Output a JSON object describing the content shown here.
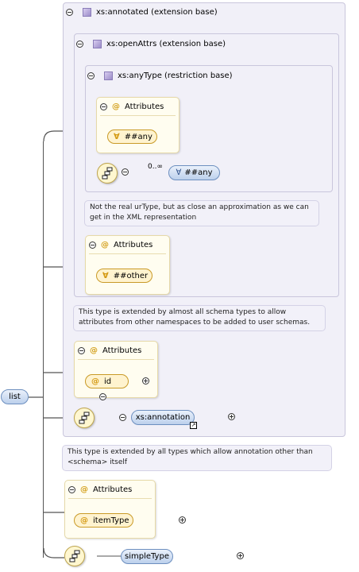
{
  "annotated": {
    "label": "xs:annotated (extension base)",
    "note": "This type is extended by all types which allow annotation other than <schema> itself"
  },
  "openAttrs": {
    "label": "xs:openAttrs (extension base)",
    "note": "This type is extended by almost all schema types to allow attributes from other namespaces to be added to user schemas."
  },
  "anyType": {
    "label": "xs:anyType (restriction base)",
    "note": "Not the real urType, but as close an approximation as we can get in the XML representation"
  },
  "attributes_label": "Attributes",
  "any_attr": {
    "symbol": "∀",
    "label": "##any"
  },
  "occurrence": "0..∞",
  "any_element": {
    "symbol": "∀",
    "label": "##any"
  },
  "other_attr": {
    "symbol": "∀",
    "label": "##other"
  },
  "id_attr": {
    "symbol": "@",
    "label": "id"
  },
  "annotation_element": "xs:annotation",
  "itemType_attr": {
    "symbol": "@",
    "label": "itemType"
  },
  "simpleType_element": "simpleType",
  "root_element": "list",
  "at_symbol": "@",
  "colors": {
    "container_bg": "#f1f0f8",
    "attribute_bg": "#fffdf0",
    "attribute_border": "#c99a27",
    "element_fill": "#bcd0ec",
    "element_border": "#6d8fbf",
    "connector": "#555555"
  }
}
